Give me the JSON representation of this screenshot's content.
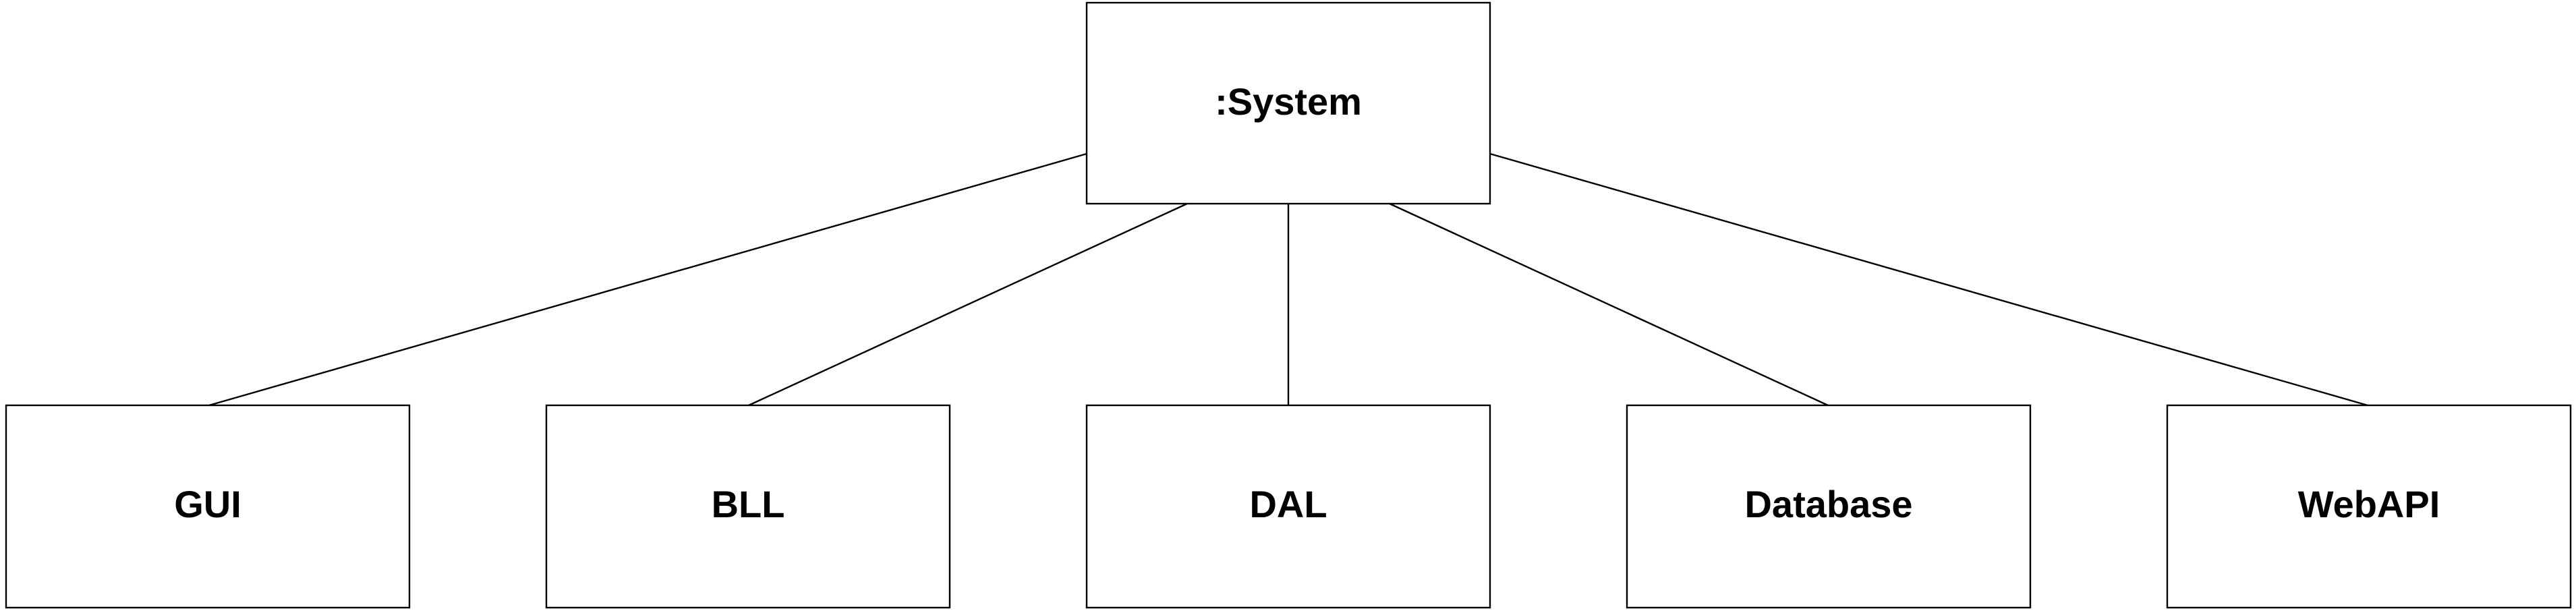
{
  "diagram": {
    "root": {
      "label": ":System"
    },
    "children": [
      {
        "label": "GUI"
      },
      {
        "label": "BLL"
      },
      {
        "label": "DAL"
      },
      {
        "label": "Database"
      },
      {
        "label": "WebAPI"
      }
    ]
  }
}
